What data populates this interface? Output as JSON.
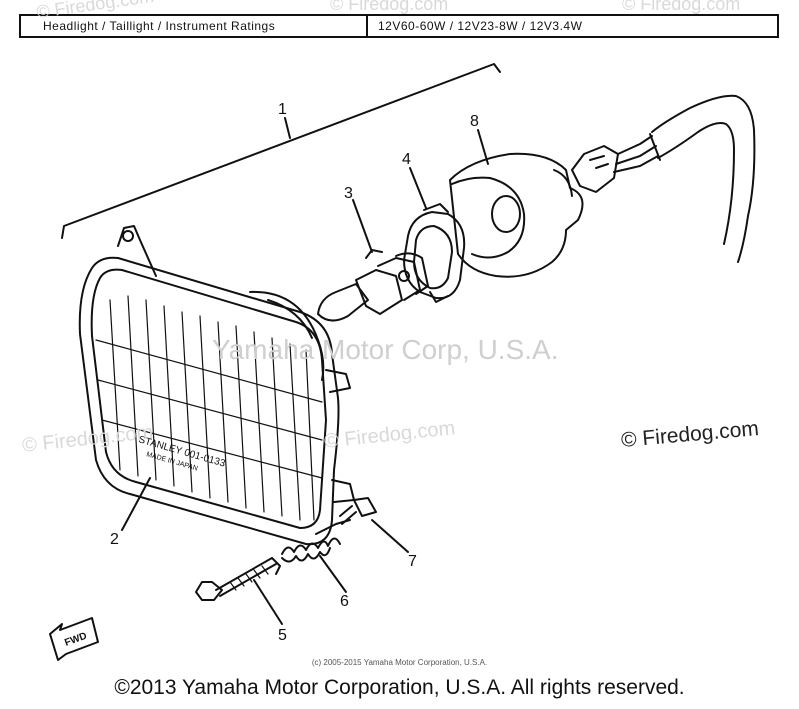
{
  "ratings": {
    "label": "Headlight / Taillight / Instrument Ratings",
    "value": "12V60-60W / 12V23-8W / 12V3.4W"
  },
  "watermarks": {
    "top_left": "© Firedog.com",
    "top_center": "© Firedog.com",
    "top_right": "© Firedog.com",
    "center": "Yamaha Motor Corp, U.S.A.",
    "left": "© Firedog.com",
    "mid": "© Firedog.com",
    "right": "© Firedog.com"
  },
  "lens_marking": {
    "line1": "STANLEY 001-0133",
    "line2": "MADE IN JAPAN"
  },
  "callouts": {
    "c1": "1",
    "c2": "2",
    "c3": "3",
    "c4": "4",
    "c5": "5",
    "c6": "6",
    "c7": "7",
    "c8": "8"
  },
  "fwd_label": "FWD",
  "footer": {
    "small": "(c) 2005-2015 Yamaha Motor Corporation, U.S.A.",
    "large": "©2013 Yamaha Motor Corporation, U.S.A. All rights reserved."
  }
}
